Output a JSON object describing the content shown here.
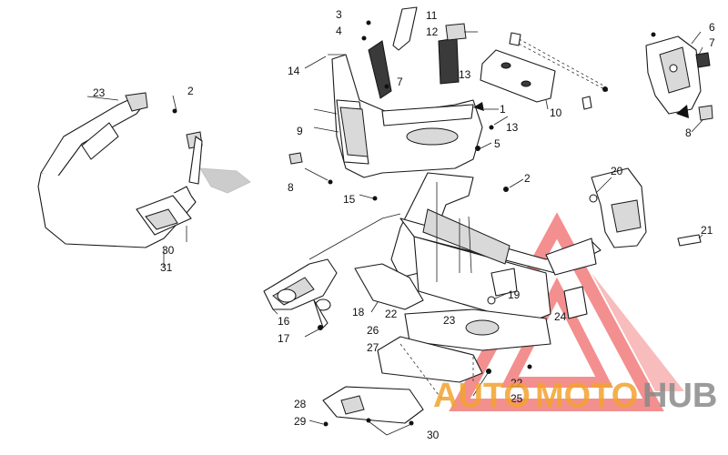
{
  "diagram": {
    "callouts": [
      {
        "id": "c1",
        "text": "1"
      },
      {
        "id": "c2a",
        "text": "2"
      },
      {
        "id": "c2b",
        "text": "2"
      },
      {
        "id": "c3",
        "text": "3"
      },
      {
        "id": "c4",
        "text": "4"
      },
      {
        "id": "c5",
        "text": "5"
      },
      {
        "id": "c6",
        "text": "6"
      },
      {
        "id": "c7a",
        "text": "7"
      },
      {
        "id": "c7b",
        "text": "7"
      },
      {
        "id": "c8a",
        "text": "8"
      },
      {
        "id": "c8b",
        "text": "8"
      },
      {
        "id": "c9",
        "text": "9"
      },
      {
        "id": "c10",
        "text": "10"
      },
      {
        "id": "c11",
        "text": "11"
      },
      {
        "id": "c12",
        "text": "12"
      },
      {
        "id": "c13a",
        "text": "13"
      },
      {
        "id": "c13b",
        "text": "13"
      },
      {
        "id": "c14",
        "text": "14"
      },
      {
        "id": "c15",
        "text": "15"
      },
      {
        "id": "c16",
        "text": "16"
      },
      {
        "id": "c17",
        "text": "17"
      },
      {
        "id": "c18",
        "text": "18"
      },
      {
        "id": "c19",
        "text": "19"
      },
      {
        "id": "c20",
        "text": "20"
      },
      {
        "id": "c21",
        "text": "21"
      },
      {
        "id": "c22a",
        "text": "22"
      },
      {
        "id": "c22b",
        "text": "22"
      },
      {
        "id": "c23a",
        "text": "23"
      },
      {
        "id": "c23b",
        "text": "23"
      },
      {
        "id": "c24",
        "text": "24"
      },
      {
        "id": "c25",
        "text": "25"
      },
      {
        "id": "c26",
        "text": "26"
      },
      {
        "id": "c27",
        "text": "27"
      },
      {
        "id": "c28",
        "text": "28"
      },
      {
        "id": "c29",
        "text": "29"
      },
      {
        "id": "c30a",
        "text": "30"
      },
      {
        "id": "c30b",
        "text": "30"
      },
      {
        "id": "c31",
        "text": "31"
      }
    ]
  },
  "watermark": {
    "part1": "AUTO",
    "part2": "MOTO",
    "part3": "HUB",
    "colors": {
      "red": "#f06a6a",
      "orange": "#f2a32e",
      "grey": "#8a8a8a"
    }
  }
}
